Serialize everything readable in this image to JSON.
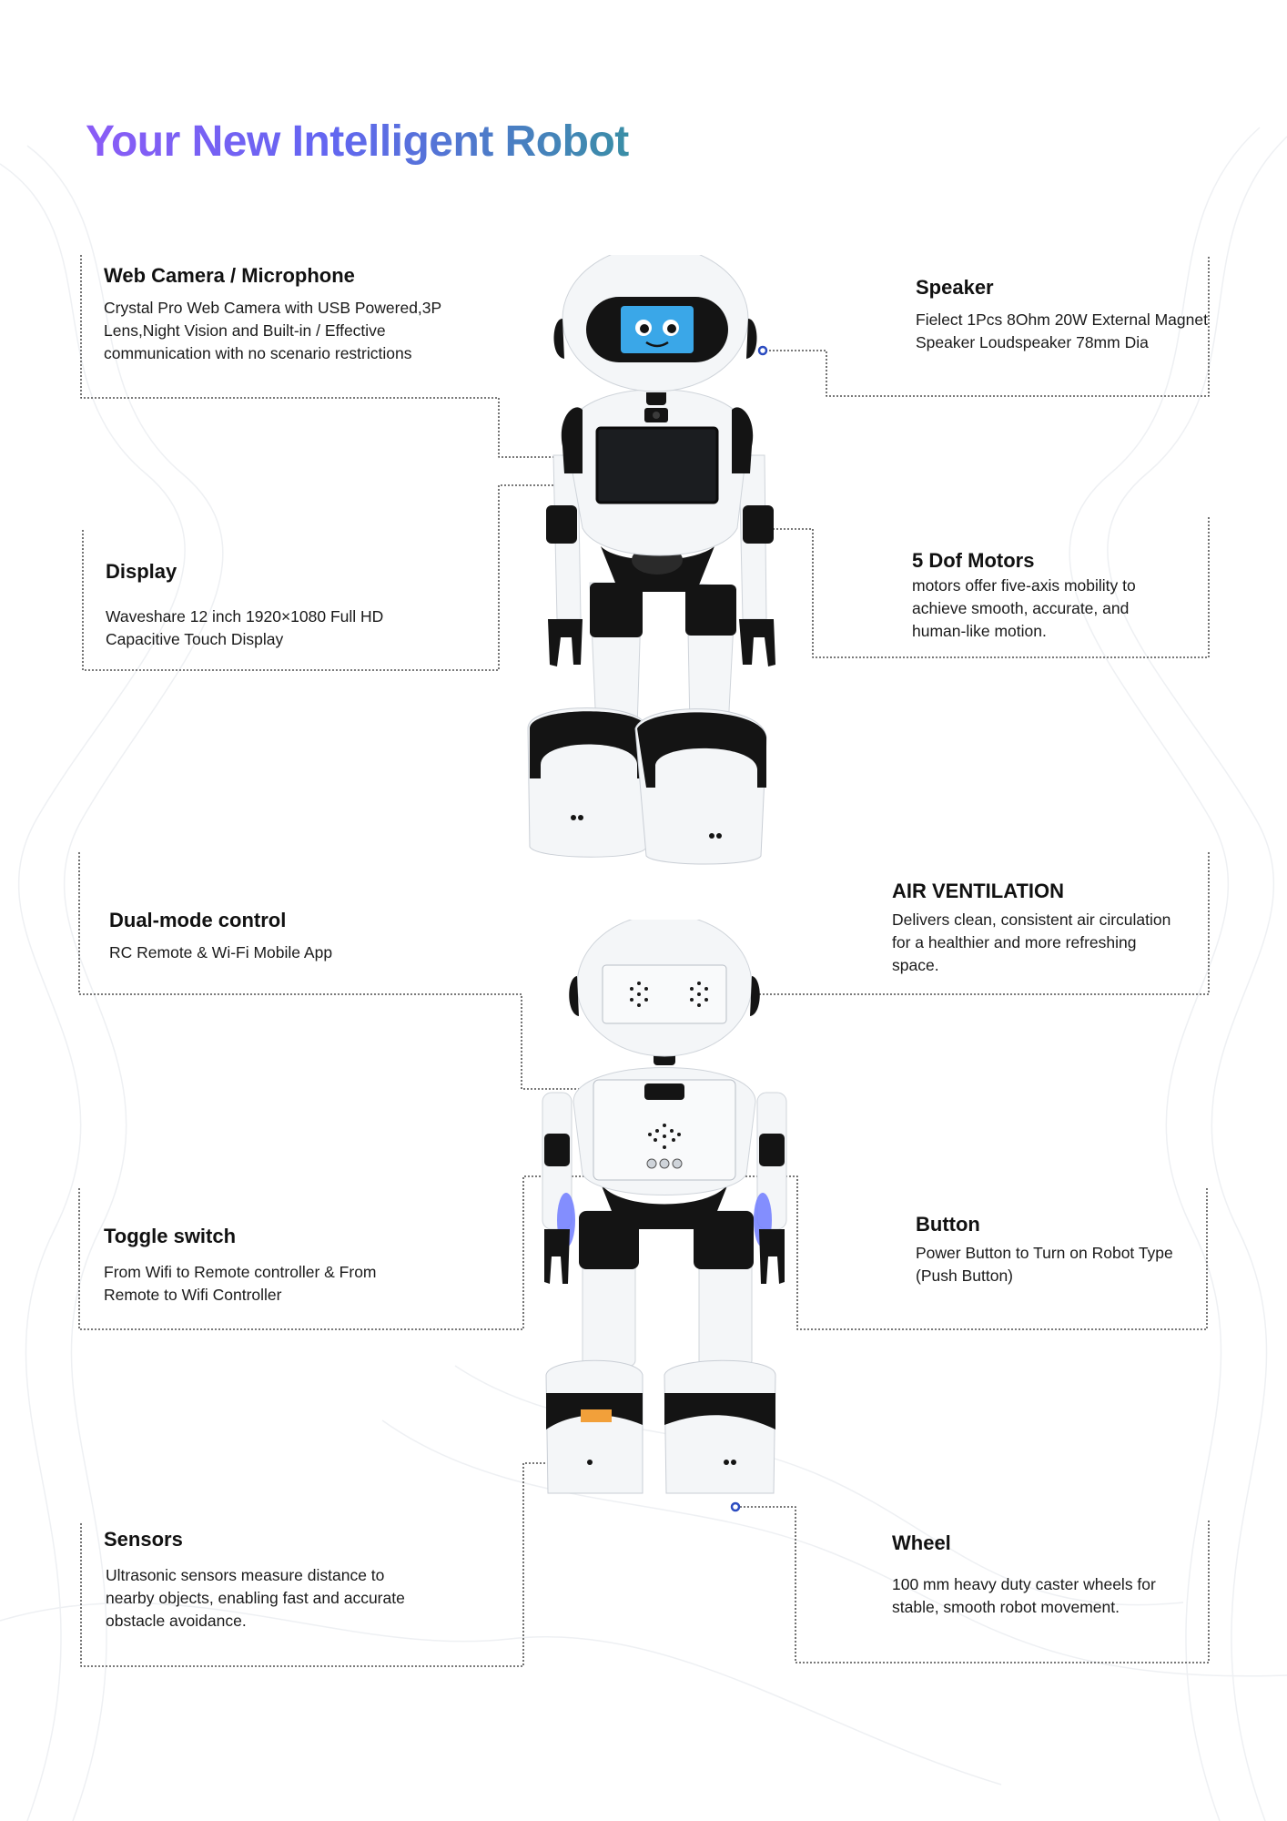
{
  "title": "Your New Intelligent Robot",
  "colors": {
    "gradient_start": "#8b5cf6",
    "gradient_mid": "#6366f1",
    "gradient_end": "#3a8ea6",
    "dot": "#2b4cc0",
    "robot_white": "#f4f6f8",
    "robot_black": "#141414",
    "face_screen": "#3aa7e8"
  },
  "features": {
    "web_camera": {
      "title": "Web Camera  / Microphone",
      "desc": "Crystal Pro Web Camera with USB Powered,3P Lens,Night Vision and Built-in / Effective communication with no scenario restrictions"
    },
    "speaker": {
      "title": "Speaker",
      "desc": "Fielect 1Pcs 8Ohm 20W External Magnet Speaker Loudspeaker 78mm Dia"
    },
    "display": {
      "title": "Display",
      "desc": "Waveshare 12 inch 1920×1080 Full HD Capacitive Touch Display"
    },
    "motors": {
      "title": "5 Dof Motors",
      "desc": "motors offer five-axis mobility to achieve smooth, accurate, and human-like motion."
    },
    "dual_mode": {
      "title": "Dual-mode control",
      "desc": "RC Remote & Wi-Fi Mobile App"
    },
    "air_ventilation": {
      "title": "AIR VENTILATION",
      "desc": "Delivers clean, consistent air circulation for a healthier and more refreshing space."
    },
    "toggle": {
      "title": "Toggle switch",
      "desc": "From Wifi to Remote controller & From Remote to Wifi Controller"
    },
    "button": {
      "title": "Button",
      "desc": "Power Button to Turn on Robot Type (Push Button)"
    },
    "sensors": {
      "title": "Sensors",
      "desc": "Ultrasonic sensors measure distance to nearby objects, enabling fast and accurate obstacle avoidance."
    },
    "wheel": {
      "title": "Wheel",
      "desc": "100 mm heavy duty caster wheels for stable, smooth robot movement."
    }
  }
}
